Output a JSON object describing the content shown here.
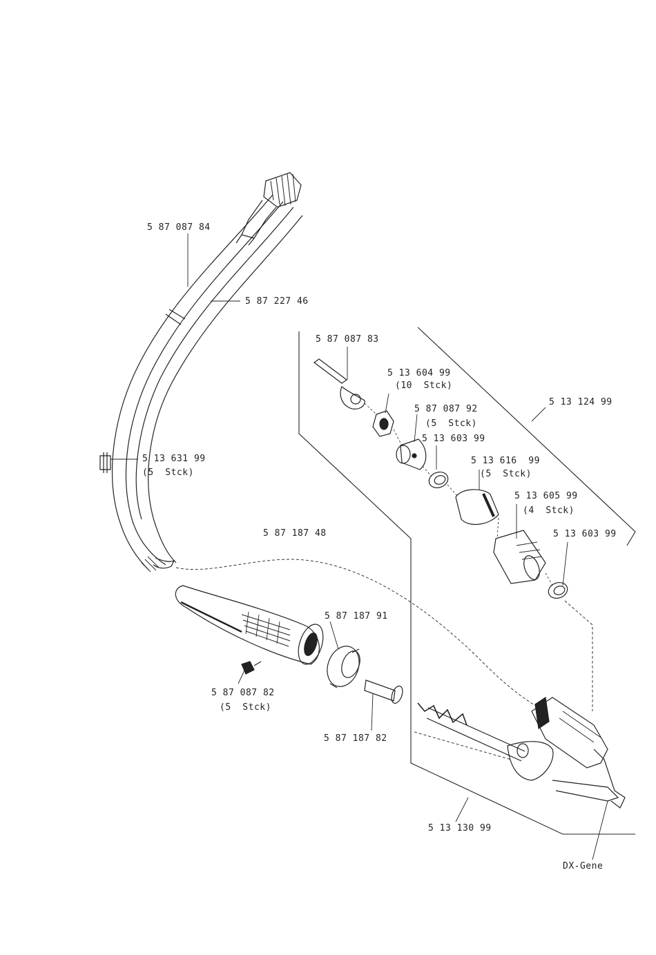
{
  "parts": {
    "p1": {
      "number": "5 87 087 84"
    },
    "p2": {
      "number": "5 87 227 46"
    },
    "p3": {
      "number": "5 87 087 83"
    },
    "p4": {
      "number": "5 13 604 99",
      "qty": "(10  Stck)"
    },
    "p5": {
      "number": "5 87 087 92",
      "qty": "(5  Stck)"
    },
    "p6": {
      "number": "5 13 124 99"
    },
    "p7": {
      "number": "5 13 603 99"
    },
    "p8": {
      "number": "5 13 616  99",
      "qty": "(5  Stck)"
    },
    "p9": {
      "number": "5 13 605 99",
      "qty": "(4  Stck)"
    },
    "p10": {
      "number": "5 13 603 99"
    },
    "p11": {
      "number": "5 13 631 99",
      "qty": "(5  Stck)"
    },
    "p12": {
      "number": "5 87 187 48"
    },
    "p13": {
      "number": "5 87 187 91"
    },
    "p14": {
      "number": "5 87 087 82",
      "qty": "(5  Stck)"
    },
    "p15": {
      "number": "5 87 187 82"
    },
    "p16": {
      "number": "5 13 130 99"
    },
    "p17": {
      "number": "DX-Gene"
    }
  },
  "colors": {
    "ink": "#222222",
    "paper": "#ffffff"
  }
}
